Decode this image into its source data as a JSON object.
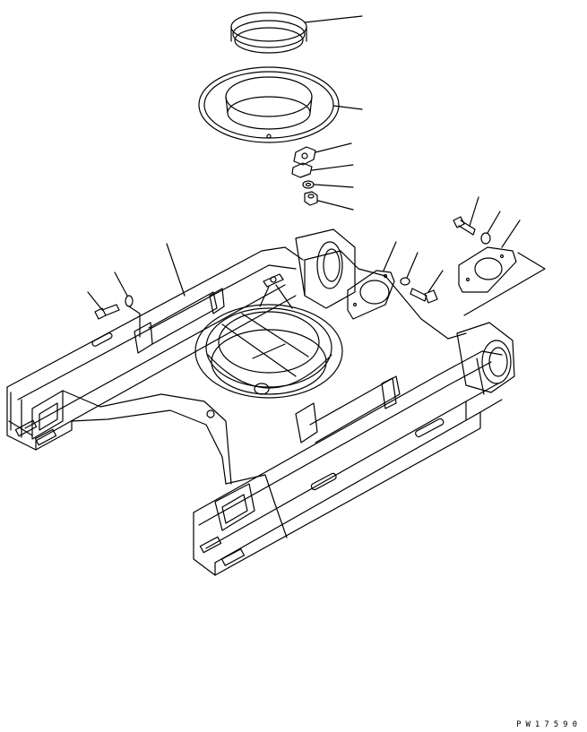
{
  "drawing_code": "PW17590",
  "colors": {
    "line": "#000000",
    "background": "#ffffff"
  },
  "parts": [
    "seal-ring",
    "seal-retainer",
    "plate",
    "shim",
    "washer",
    "nut",
    "track-frame",
    "bolt-left",
    "washer-left",
    "bolt-right-upper",
    "washer-right-upper",
    "cover-right",
    "cover-left",
    "washer-middle",
    "bolt-middle"
  ]
}
